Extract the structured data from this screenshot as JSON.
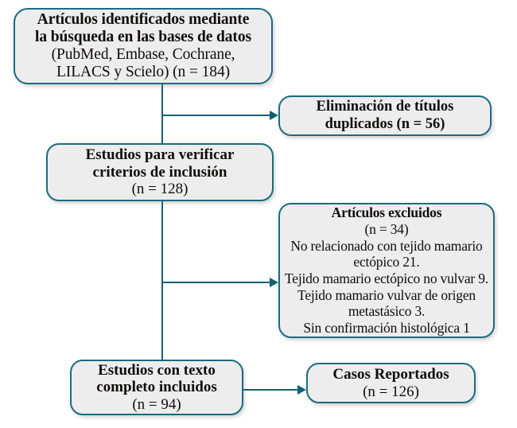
{
  "diagram": {
    "title": "PRISMA flow diagram",
    "language": "es",
    "colors": {
      "border": "#1a6b80",
      "connector": "#136273",
      "box_fill": "#ededed",
      "text": "#100c0c",
      "background": "#ffffff"
    },
    "boxes": [
      {
        "id": "identified",
        "name": "records-identified-box",
        "lines": [
          {
            "text": "Artículos identificados mediante",
            "bold": true
          },
          {
            "text": "la búsqueda en las bases de datos",
            "bold": true
          },
          {
            "text": "(PubMed, Embase, Cochrane,",
            "bold": false
          },
          {
            "text": "LILACS y Scielo) (n = 184)",
            "bold": false
          }
        ],
        "n": 184
      },
      {
        "id": "duplicates",
        "name": "duplicates-removed-box",
        "lines": [
          {
            "text": "Eliminación de títulos",
            "bold": true
          },
          {
            "text": "duplicados (n = 56)",
            "bold": true
          }
        ],
        "n": 56
      },
      {
        "id": "screened",
        "name": "records-screened-box",
        "lines": [
          {
            "text": "Estudios para verificar",
            "bold": true
          },
          {
            "text": "criterios de inclusión",
            "bold": true
          },
          {
            "text": "(n = 128)",
            "bold": false
          }
        ],
        "n": 128
      },
      {
        "id": "excluded",
        "name": "records-excluded-box",
        "lines": [
          {
            "text": "Artículos excluidos",
            "bold": true
          },
          {
            "text": "(n = 34)",
            "bold": false
          },
          {
            "text": "No relacionado con tejido mamario",
            "bold": false
          },
          {
            "text": "ectópico 21.",
            "bold": false
          },
          {
            "text": "Tejido mamario ectópico no vulvar 9.",
            "bold": false
          },
          {
            "text": "Tejido mamario vulvar de origen",
            "bold": false
          },
          {
            "text": "metastásico 3.",
            "bold": false
          },
          {
            "text": "Sin confirmación histológica 1",
            "bold": false
          }
        ],
        "n": 34,
        "reasons": [
          {
            "reason": "No relacionado con tejido mamario ectópico",
            "count": 21
          },
          {
            "reason": "Tejido mamario ectópico no vulvar",
            "count": 9
          },
          {
            "reason": "Tejido mamario vulvar de origen metastásico",
            "count": 3
          },
          {
            "reason": "Sin confirmación histológica",
            "count": 1
          }
        ]
      },
      {
        "id": "fulltext",
        "name": "studies-included-box",
        "lines": [
          {
            "text": "Estudios con texto",
            "bold": true
          },
          {
            "text": "completo incluidos",
            "bold": true
          },
          {
            "text": "(n = 94)",
            "bold": false
          }
        ],
        "n": 94
      },
      {
        "id": "cases",
        "name": "reported-cases-box",
        "lines": [
          {
            "text": "Casos Reportados",
            "bold": true
          },
          {
            "text": "(n = 126)",
            "bold": false
          }
        ],
        "n": 126
      }
    ],
    "connectors": [
      {
        "from": "identified",
        "to": "duplicates",
        "kind": "elbow-right"
      },
      {
        "from": "identified",
        "to": "screened",
        "kind": "vertical"
      },
      {
        "from": "screened",
        "to": "excluded",
        "kind": "elbow-right"
      },
      {
        "from": "screened",
        "to": "fulltext",
        "kind": "vertical"
      },
      {
        "from": "fulltext",
        "to": "cases",
        "kind": "horizontal"
      }
    ]
  }
}
